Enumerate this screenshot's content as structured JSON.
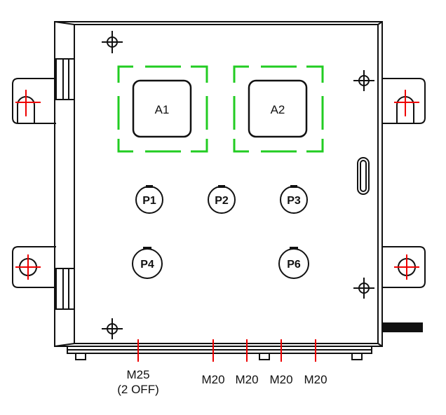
{
  "drawing": {
    "components": [
      {
        "id": "A1",
        "label": "A1"
      },
      {
        "id": "A2",
        "label": "A2"
      }
    ],
    "ports": [
      {
        "id": "P1",
        "label": "P1"
      },
      {
        "id": "P2",
        "label": "P2"
      },
      {
        "id": "P3",
        "label": "P3"
      },
      {
        "id": "P4",
        "label": "P4"
      },
      {
        "id": "P6",
        "label": "P6"
      }
    ],
    "glands": [
      {
        "label": "M25",
        "note": "(2 OFF)"
      },
      {
        "label": "M20"
      },
      {
        "label": "M20"
      },
      {
        "label": "M20"
      },
      {
        "label": "M20"
      }
    ],
    "colors": {
      "outline": "#111111",
      "keepout": "#22cc22",
      "fixing": "#ee0000"
    }
  }
}
